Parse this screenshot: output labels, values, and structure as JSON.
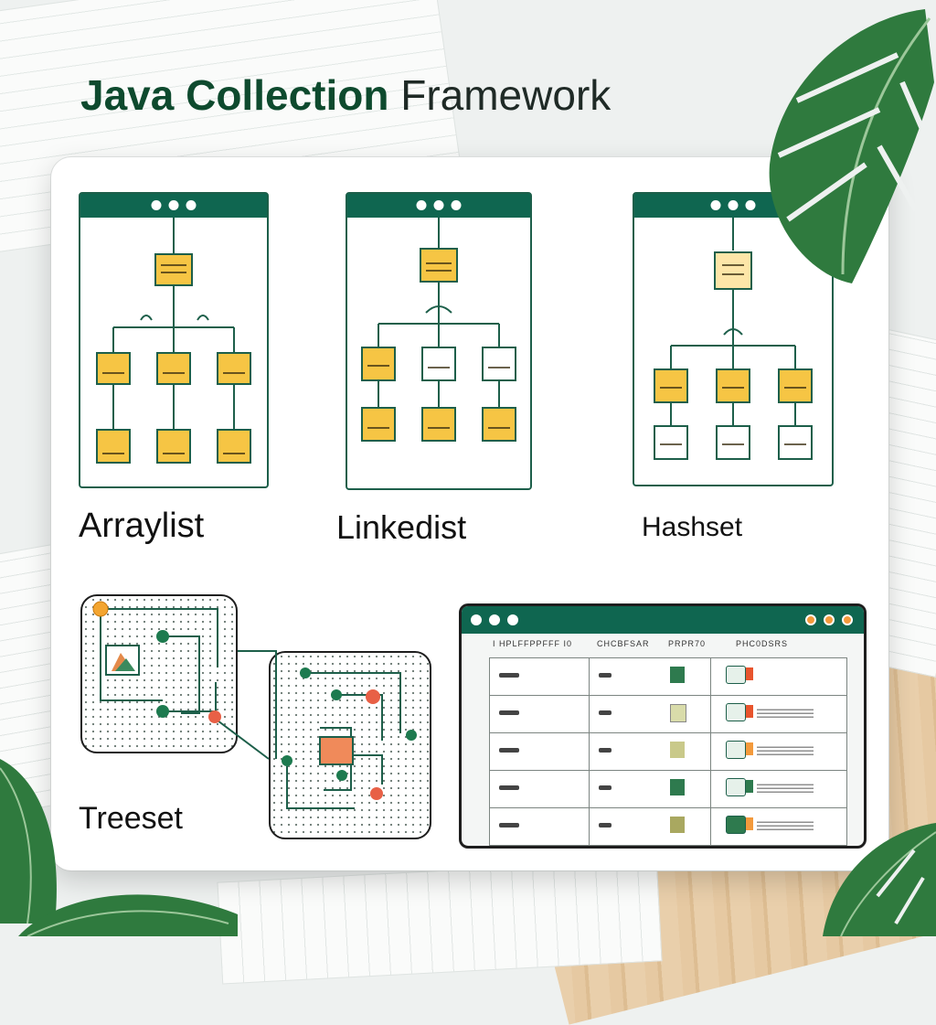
{
  "title": {
    "part1": "Java Collection",
    "part2": "Framework"
  },
  "panels": {
    "arraylist": {
      "label": "Arraylist"
    },
    "linkedlist": {
      "label": "Linkedist"
    },
    "hashset": {
      "label": "Hashset"
    },
    "treeset": {
      "label": "Treeset"
    }
  },
  "table": {
    "headers": [
      "I HPLFFPPFFF I0",
      "CHCBFSAR",
      "PRPR70",
      "PHC0DSRS"
    ],
    "rows": 5
  },
  "colors": {
    "window_bar": "#0f6650",
    "node_fill": "#f6c544",
    "title_dark": "#0e4a2e",
    "accent_orange": "#f39a3c",
    "accent_red": "#e8542d"
  },
  "icons": [
    "leaf-icon",
    "window-dots-icon",
    "node-icon"
  ]
}
